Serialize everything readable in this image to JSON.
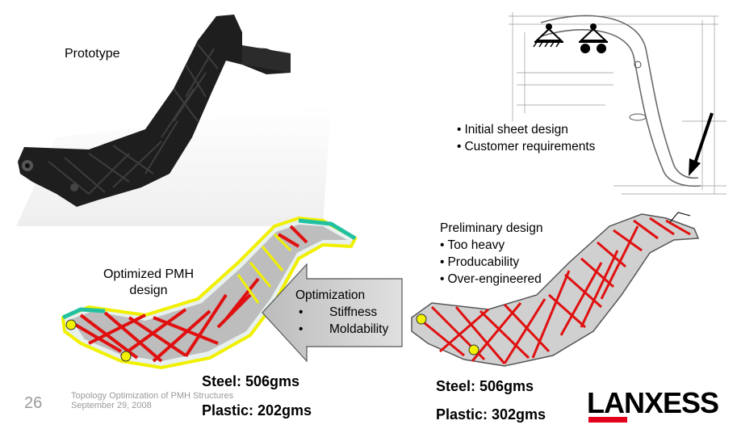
{
  "slide": {
    "number": "26",
    "footer_title": "Topology Optimization of PMH Structures",
    "footer_date": "September 29, 2008"
  },
  "prototype": {
    "label": "Prototype"
  },
  "initial": {
    "bullets": [
      "Initial sheet design",
      "Customer requirements"
    ]
  },
  "optimized": {
    "label_line1": "Optimized PMH",
    "label_line2": "design",
    "steel": "Steel: 506gms",
    "plastic": "Plastic: 202gms"
  },
  "preliminary": {
    "title": "Preliminary design",
    "bullets": [
      "Too heavy",
      "Producability",
      "Over-engineered"
    ],
    "steel": "Steel: 506gms",
    "plastic": "Plastic: 302gms"
  },
  "arrow": {
    "title": "Optimization",
    "items": [
      "Stiffness",
      "Moldability"
    ]
  },
  "logo": {
    "text": "LANXESS",
    "color": "#000000",
    "accent": "#e2001a"
  }
}
